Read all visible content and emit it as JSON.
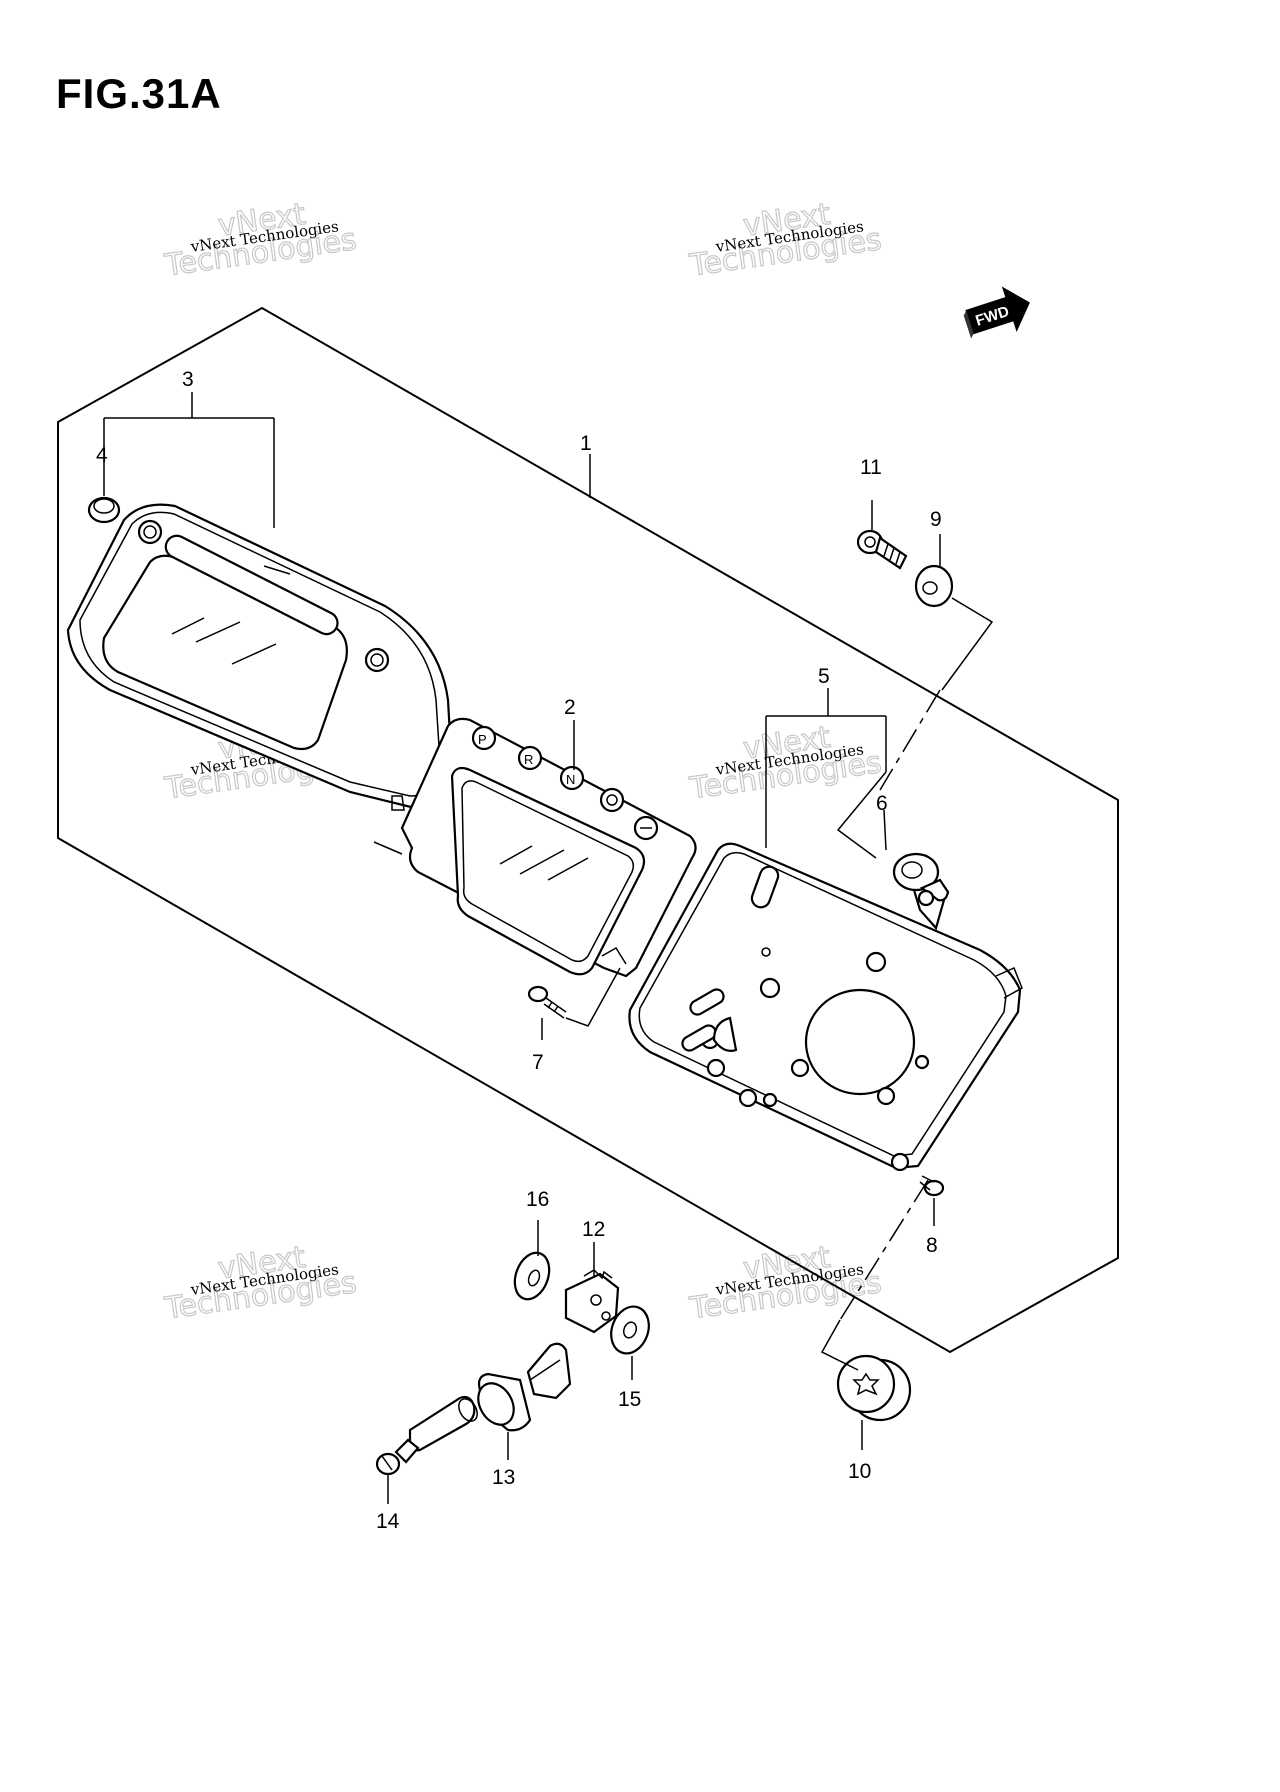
{
  "figure": {
    "title": "FIG.31A"
  },
  "watermark": {
    "line1": "vNext Technologies",
    "line2": "vNext",
    "line3": "Technologies"
  },
  "fwd_indicator": {
    "text": "FWD"
  },
  "callouts": [
    {
      "id": "1",
      "label": "1"
    },
    {
      "id": "2",
      "label": "2"
    },
    {
      "id": "3",
      "label": "3"
    },
    {
      "id": "4",
      "label": "4"
    },
    {
      "id": "5",
      "label": "5"
    },
    {
      "id": "6",
      "label": "6"
    },
    {
      "id": "7",
      "label": "7"
    },
    {
      "id": "8",
      "label": "8"
    },
    {
      "id": "9",
      "label": "9"
    },
    {
      "id": "10",
      "label": "10"
    },
    {
      "id": "11",
      "label": "11"
    },
    {
      "id": "12",
      "label": "12"
    },
    {
      "id": "13",
      "label": "13"
    },
    {
      "id": "14",
      "label": "14"
    },
    {
      "id": "15",
      "label": "15"
    },
    {
      "id": "16",
      "label": "16"
    }
  ],
  "indicator_lamps": [
    "P",
    "R",
    "N"
  ]
}
